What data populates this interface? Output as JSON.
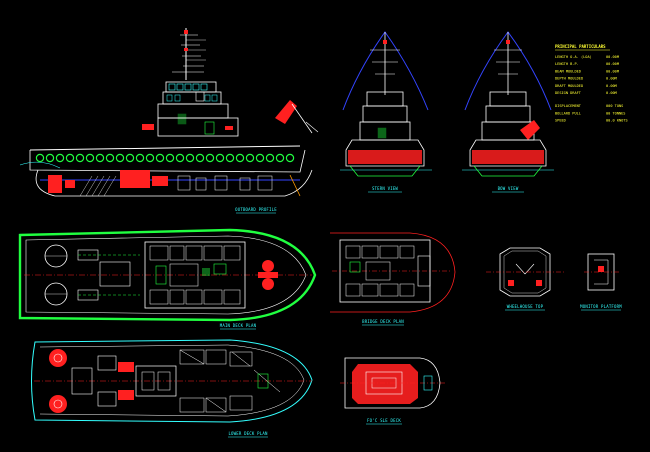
{
  "drawing": {
    "background": "#000000",
    "colors": {
      "cyan": "#33ffff",
      "white": "#ffffff",
      "red": "#ff2020",
      "green": "#20ff40",
      "yellow": "#ffff33",
      "magenta": "#ff33ff",
      "blue": "#3344ff",
      "orange": "#ff9900"
    }
  },
  "captions": {
    "profile": "OUTBOARD PROFILE",
    "stern_view": "STERN VIEW",
    "bow_view": "BOW VIEW",
    "main_deck": "MAIN DECK PLAN",
    "bridge_deck": "BRIDGE DECK PLAN",
    "lower_deck": "LOWER DECK PLAN",
    "wheelhouse_top": "WHEELHOUSE TOP",
    "monitor_platform": "MONITOR PLATFORM",
    "fo_deck": "FO'C SLE DECK"
  },
  "particulars": {
    "title": "PRINCIPAL PARTICULARS",
    "rows": [
      {
        "label": "LENGTH O.A. (LOA)",
        "value": "00.00M"
      },
      {
        "label": "LENGTH B.P.",
        "value": "00.00M"
      },
      {
        "label": "BEAM MOULDED",
        "value": "00.00M"
      },
      {
        "label": "DEPTH MOULDED",
        "value": "0.00M"
      },
      {
        "label": "DRAFT MOULDED",
        "value": "0.00M"
      },
      {
        "label": "DESIGN DRAFT",
        "value": "0.00M"
      },
      {
        "label": "DISPLACEMENT",
        "value": "000 TONS"
      },
      {
        "label": "BOLLARD PULL",
        "value": "00 TONNES"
      },
      {
        "label": "SPEED",
        "value": "00.0 KNOTS"
      }
    ]
  }
}
